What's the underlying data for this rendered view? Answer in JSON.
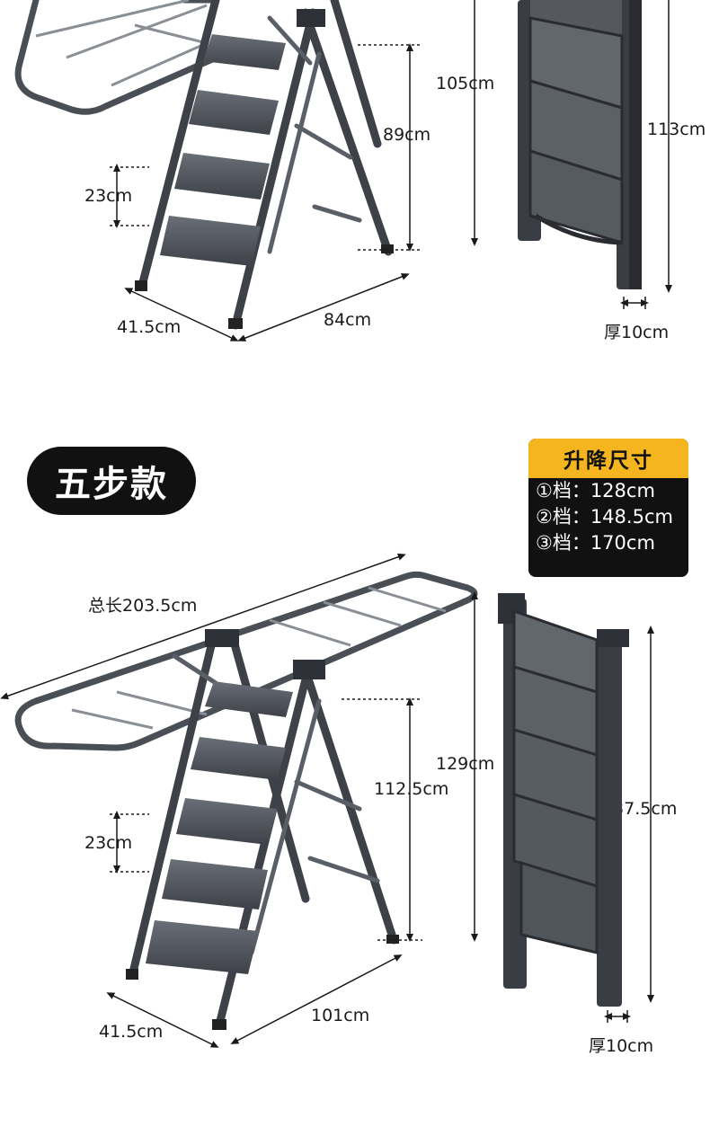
{
  "top_section": {
    "dims": {
      "height_unfolded": "105cm",
      "step_height": "89cm",
      "step_spacing": "23cm",
      "depth": "41.5cm",
      "length": "84cm",
      "folded_height": "113cm",
      "thickness": "厚10cm"
    }
  },
  "bottom_section": {
    "badge": "五步款",
    "spec_box": {
      "title": "升降尺寸",
      "rows": [
        "①档：128cm",
        "②档：148.5cm",
        "③档：170cm"
      ]
    },
    "dims": {
      "total_length": "总长203.5cm",
      "height_unfolded": "129cm",
      "step_height": "112.5cm",
      "step_spacing": "23cm",
      "depth": "41.5cm",
      "length": "101cm",
      "folded_height": "137.5cm",
      "thickness": "厚10cm"
    }
  },
  "colors": {
    "frame": "#4a4e55",
    "frame_dark": "#2e3137",
    "step": "#5a5e66",
    "accent": "#f5b51e",
    "badge_bg": "#111111"
  }
}
